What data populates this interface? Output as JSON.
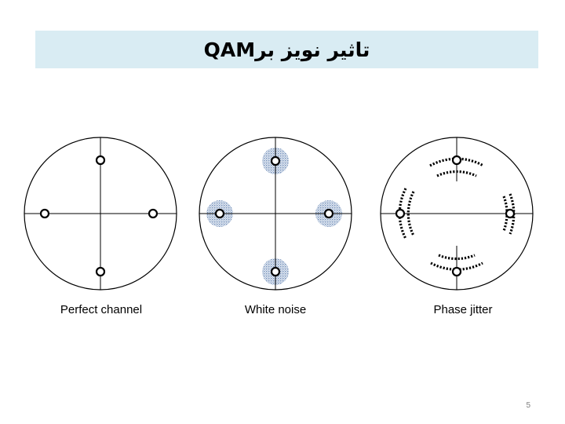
{
  "slide": {
    "title": "تاثیر نویز برQAM",
    "page_number": "5"
  },
  "panels": [
    {
      "caption": "Perfect channel"
    },
    {
      "caption": "White noise"
    },
    {
      "caption": "Phase jitter"
    }
  ],
  "colors": {
    "title_background": "#d9ecf3",
    "noise_cloud": "#4a6fa5"
  }
}
